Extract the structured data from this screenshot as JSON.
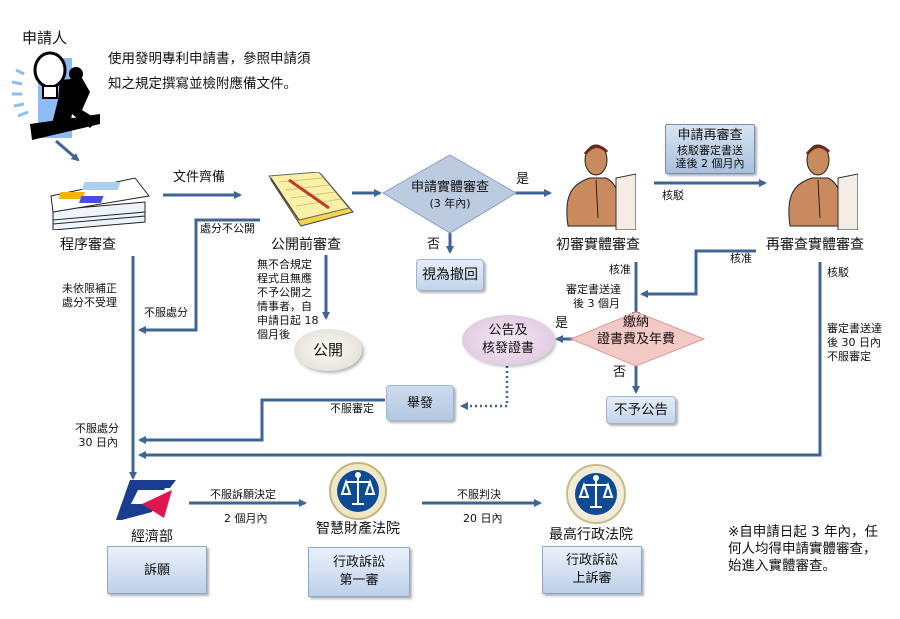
{
  "title": "發明專利申請流程",
  "applicant": {
    "label": "申請人",
    "instruction_line1": "使用發明專利申請書，參照申請須",
    "instruction_line2": "知之規定撰寫並檢附應備文件。"
  },
  "nodes": {
    "formality_review": "程序審查",
    "pre_publication_review": "公開前審查",
    "request_substantive_exam": "申請實體審查",
    "request_substantive_exam_sub": "(3 年內)",
    "deemed_withdrawn": "視為撤回",
    "first_exam": "初審實體審查",
    "re_exam_request": "申請再審查",
    "re_exam_request_sub": "核駁審定書送\n達後 2 個月內",
    "re_exam": "再審查實體審查",
    "publication": "公開",
    "pay_fees_line1": "繳納",
    "pay_fees_line2": "證書費及年費",
    "announce_certificate": "公告及\n核發證書",
    "no_announcement": "不予公告",
    "invalidation": "舉發",
    "moea": "經濟部",
    "petition": "訴願",
    "ip_court": "智慧財產法院",
    "admin_litigation_first": "行政訴訟\n第一審",
    "supreme_admin_court": "最高行政法院",
    "admin_litigation_appeal": "行政訴訟\n上訴審"
  },
  "edge_labels": {
    "documents_complete": "文件齊備",
    "disposition_not_published": "處分不公開",
    "not_corrected": "未依限補正\n處分不受理",
    "disagree_disposition": "不服處分",
    "publish_condition": "無不合規定\n程式且無應\n不予公開之\n情事者，自\n申請日起 18\n個月後",
    "yes1": "是",
    "no1": "否",
    "rejected1": "核駁",
    "approved1": "核准",
    "approved2": "核准",
    "decision_3months": "審定書送達\n  後 3 個月",
    "rejected2": "核駁",
    "decision_30days": "審定書送達\n後 30 日內\n不服審定",
    "yes2": "是",
    "no2": "否",
    "disagree_decision": "不服審定",
    "disagree_30days": "不服處分\n 30 日內",
    "petition_appeal": "不服訴願決定",
    "two_months": "2 個月內",
    "disagree_judgment": "不服判決",
    "twenty_days": "20 日內"
  },
  "note": "※自申請日起 3 年內，任\n何人均得申請實體審查，\n始進入實體審查。",
  "icons": {
    "applicant": "lightbulb-businessman-icon",
    "formality": "document-stack-icon",
    "pre_pub": "notepad-pencil-icon",
    "examiner": "examiner-computer-icon",
    "moea_logo": "moea-logo-icon",
    "court_seal": "court-seal-icon"
  },
  "colors": {
    "line": "#3e6594",
    "diamond_blue": "#b8c8de",
    "diamond_pink": "#f2c2c0",
    "ellipse_purple": "#e6cfe6",
    "ellipse_beige": "#e9e6dc"
  }
}
